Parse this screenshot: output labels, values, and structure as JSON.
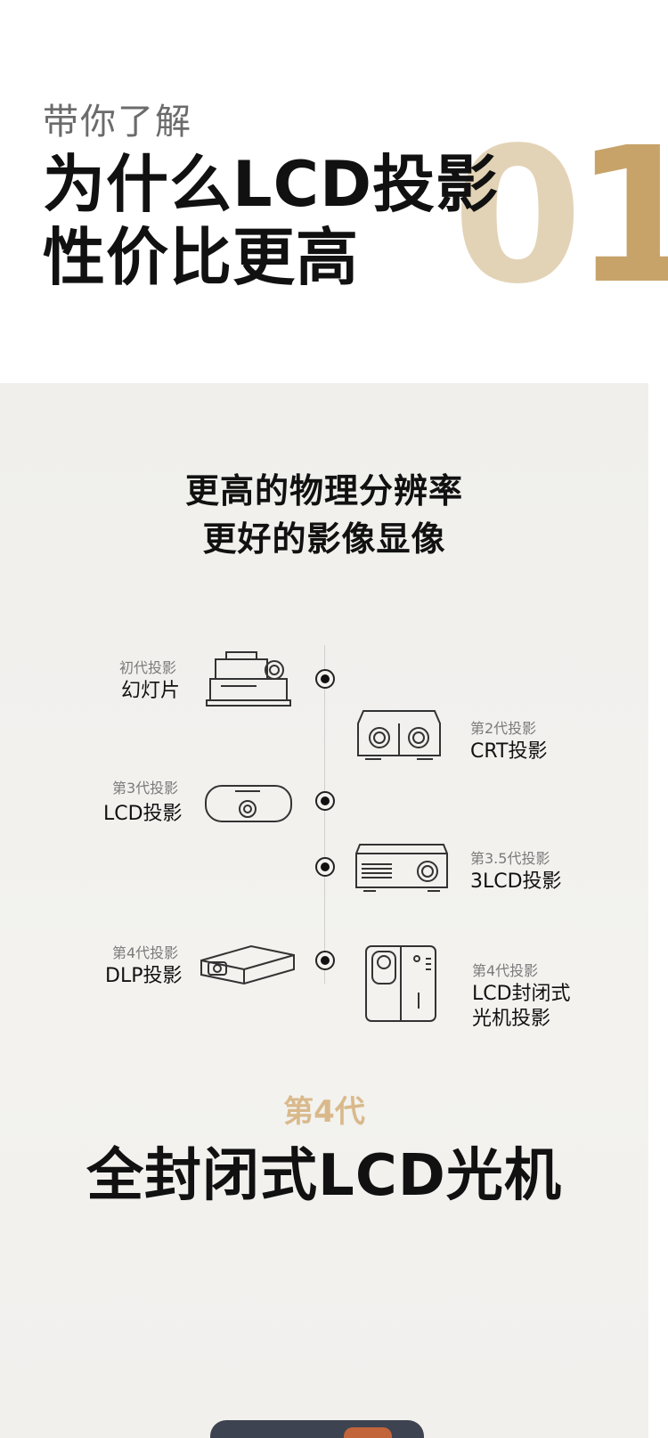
{
  "header": {
    "eyebrow": "带你了解",
    "title_line1": "为什么LCD投影",
    "title_line2": "性价比更高",
    "number_zero": "0",
    "number_one": "1"
  },
  "panel": {
    "subtitle_line1": "更高的物理分辨率",
    "subtitle_line2": "更好的影像显像"
  },
  "timeline": [
    {
      "gen": "初代投影",
      "name": "幻灯片",
      "icon": "slide-projector-icon"
    },
    {
      "gen": "第2代投影",
      "name": "CRT投影",
      "icon": "crt-projector-icon"
    },
    {
      "gen": "第3代投影",
      "name": "LCD投影",
      "icon": "lcd-projector-icon"
    },
    {
      "gen": "第3.5代投影",
      "name": "3LCD投影",
      "icon": "3lcd-projector-icon"
    },
    {
      "gen": "第4代投影",
      "name": "DLP投影",
      "icon": "dlp-projector-icon"
    },
    {
      "gen": "第4代投影",
      "name_line1": "LCD封闭式",
      "name_line2": "光机投影",
      "icon": "sealed-lcd-projector-icon"
    }
  ],
  "footer": {
    "generation": "第4代",
    "headline": "全封闭式LCD光机"
  },
  "colors": {
    "gold": "#c7a36a",
    "gold_light": "#e3d3b6",
    "panel_bg": "#f1f0ed"
  }
}
